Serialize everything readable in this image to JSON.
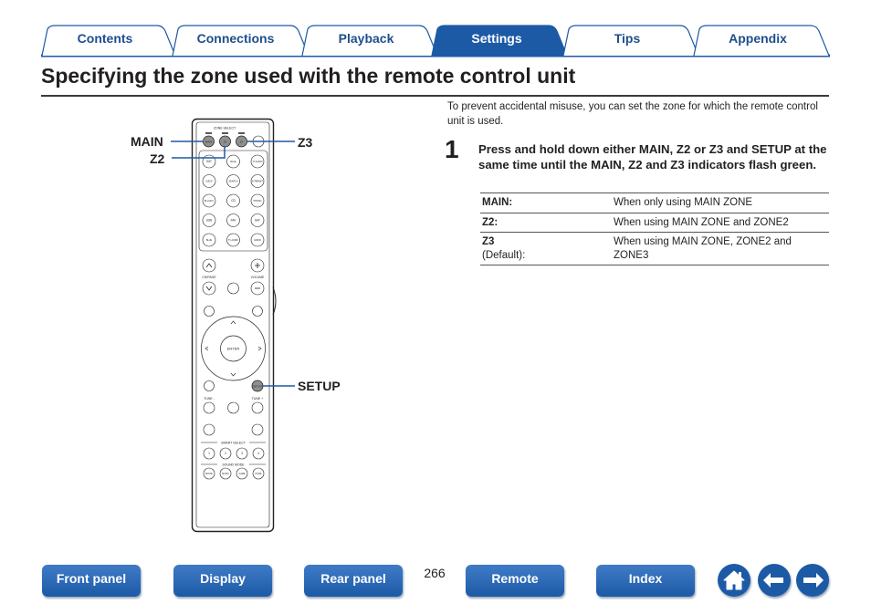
{
  "tabs": [
    {
      "label": "Contents",
      "active": false
    },
    {
      "label": "Connections",
      "active": false
    },
    {
      "label": "Playback",
      "active": false
    },
    {
      "label": "Settings",
      "active": true
    },
    {
      "label": "Tips",
      "active": false
    },
    {
      "label": "Appendix",
      "active": false
    }
  ],
  "page": {
    "title": "Specifying the zone used with the remote control unit",
    "intro": "To prevent accidental misuse, you can set the zone for which the remote control unit is used.",
    "step_number": "1",
    "step_text": "Press and hold down either MAIN, Z2 or Z3 and SETUP at the same time until the MAIN, Z2 and Z3 indicators flash green."
  },
  "zone_table": [
    {
      "key": "MAIN:",
      "note": "",
      "value": "When only using MAIN ZONE"
    },
    {
      "key": "Z2:",
      "note": "",
      "value": "When using MAIN ZONE and ZONE2"
    },
    {
      "key": "Z3",
      "note": "(Default):",
      "value": "When using MAIN ZONE, ZONE2 and ZONE3"
    }
  ],
  "remote": {
    "labels": {
      "main": "MAIN",
      "z2": "Z2",
      "z3": "Z3",
      "setup": "SETUP"
    },
    "zone_select_text": "ZONE SELECT",
    "key_main": "MAIN",
    "key_z2": "Z2",
    "key_z3": "Z3",
    "key_setup": "SETUP",
    "key_enter": "ENTER",
    "small_keys": [
      "SAT",
      "BLUE",
      "TV AUDIO",
      "AUDIO",
      "SEARCH",
      "INTERNET",
      "BLU-RAY",
      "CD",
      "PHONO",
      "USB",
      "FAV"
    ],
    "tune_minus": "TUNE -",
    "tune_plus": "TUNE +",
    "smart_select": "SMART SELECT",
    "smart_keys": [
      "1",
      "2",
      "3",
      "4"
    ],
    "sound_mode": "SOUND MODE",
    "sound_keys": [
      "MOVIE",
      "MUSIC",
      "GAME",
      "PURE"
    ],
    "ch_page": "CH/PAGE",
    "volume": "VOLUME"
  },
  "bottom_nav": {
    "buttons": [
      "Front panel",
      "Display",
      "Rear panel",
      "Remote",
      "Index"
    ],
    "page_number": "266",
    "icons": [
      "home-icon",
      "back-arrow-icon",
      "forward-arrow-icon"
    ]
  },
  "colors": {
    "accent": "#1d5aa6",
    "tab_text": "#1e4f8d",
    "tab_active_bg": "#1d5aa6"
  }
}
